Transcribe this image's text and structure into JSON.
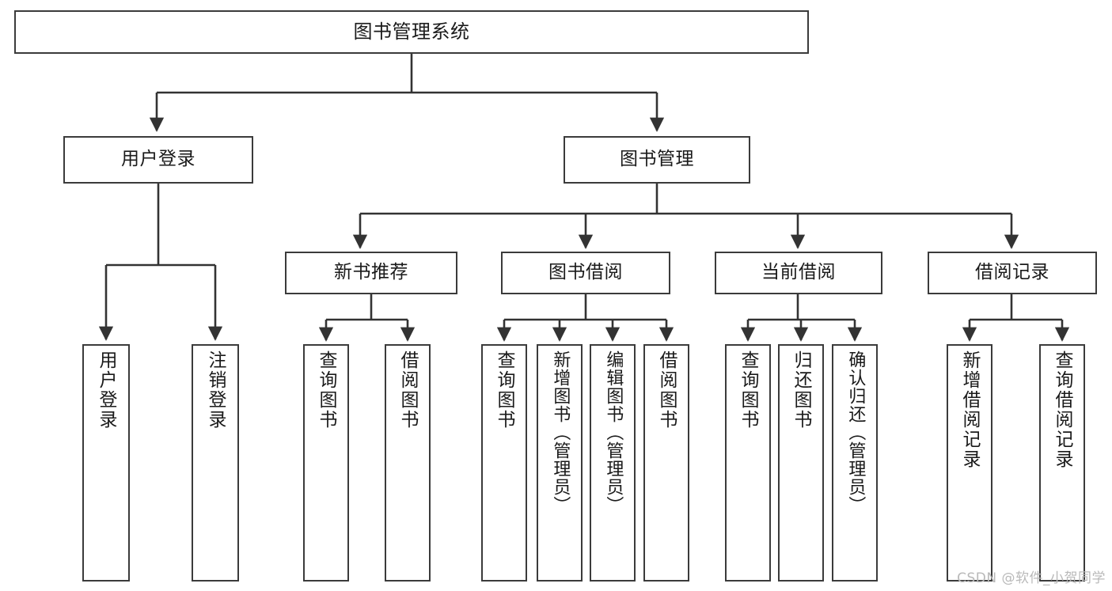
{
  "diagram": {
    "title": "图书管理系统",
    "type": "tree-hierarchy-chart",
    "watermark": "CSDN @软件_小贺同学",
    "colors": {
      "box_border": "#3b3b3b",
      "box_fill": "#ffffff",
      "edge": "#333333",
      "text": "#1a1a1a",
      "watermark": "#b9b9b9",
      "background": "#ffffff"
    },
    "root": {
      "label": "图书管理系统"
    },
    "level2": [
      {
        "label": "用户登录"
      },
      {
        "label": "图书管理"
      }
    ],
    "level3": [
      {
        "label": "新书推荐"
      },
      {
        "label": "图书借阅"
      },
      {
        "label": "当前借阅"
      },
      {
        "label": "借阅记录"
      }
    ],
    "leaves": {
      "user_login": [
        {
          "label": "用户登录"
        },
        {
          "label": "注销登录"
        }
      ],
      "new_book_recommend": [
        {
          "label": "查询图书"
        },
        {
          "label": "借阅图书"
        }
      ],
      "book_borrow": [
        {
          "label": "查询图书"
        },
        {
          "label": "新增图书（管理员）"
        },
        {
          "label": "编辑图书（管理员）"
        },
        {
          "label": "借阅图书"
        }
      ],
      "current_borrow": [
        {
          "label": "查询图书"
        },
        {
          "label": "归还图书"
        },
        {
          "label": "确认归还（管理员）"
        }
      ],
      "borrow_records": [
        {
          "label": "新增借阅记录"
        },
        {
          "label": "查询借阅记录"
        }
      ]
    }
  }
}
